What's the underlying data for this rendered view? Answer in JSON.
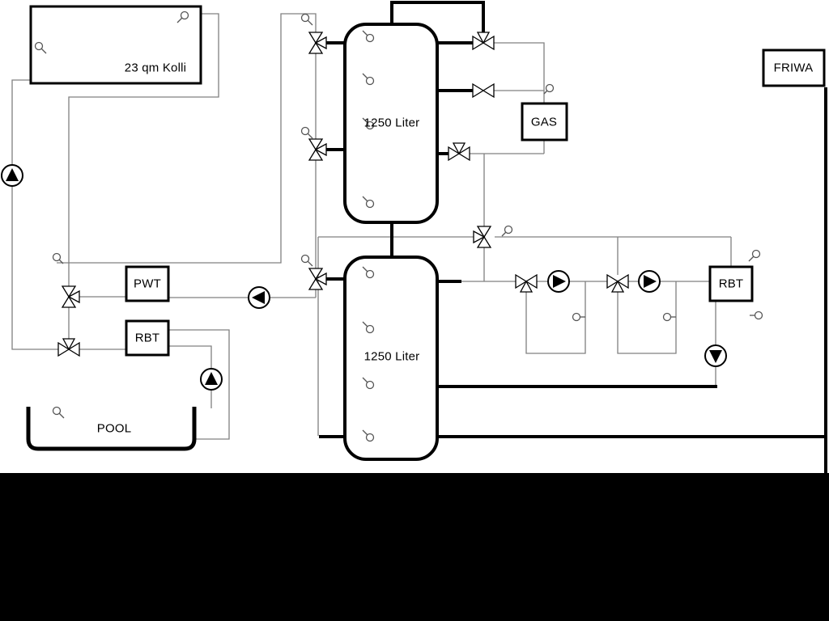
{
  "diagram": {
    "collector": {
      "label": "23 qm Kolli"
    },
    "tank_top": {
      "label": "1250 Liter"
    },
    "tank_bottom": {
      "label": "1250 Liter"
    },
    "gas_boiler": {
      "label": "GAS"
    },
    "friwa": {
      "label": "FRIWA"
    },
    "pwt": {
      "label": "PWT"
    },
    "rbt_left": {
      "label": "RBT"
    },
    "rbt_right": {
      "label": "RBT"
    },
    "pool": {
      "label": "POOL"
    }
  },
  "colors": {
    "thin_line": "#808080",
    "pipe": "#000000",
    "paper": "#ffffff",
    "footer": "#000000"
  }
}
